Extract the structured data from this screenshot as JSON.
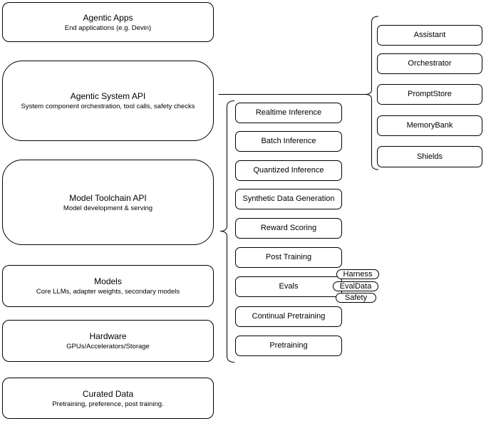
{
  "layers": [
    {
      "title": "Agentic Apps",
      "subtitle": "End applications (e.g. Devin)"
    },
    {
      "title": "Agentic System API",
      "subtitle": "System component orchestration, tool calls, safety checks"
    },
    {
      "title": "Model Toolchain API",
      "subtitle": "Model development & serving"
    },
    {
      "title": "Models",
      "subtitle": "Core LLMs, adapter weights, secondary models"
    },
    {
      "title": "Hardware",
      "subtitle": "GPUs/Accelerators/Storage"
    },
    {
      "title": "Curated Data",
      "subtitle": "Pretraining, preference, post training."
    }
  ],
  "toolchain_items": [
    "Realtime Inference",
    "Batch Inference",
    "Quantized Inference",
    "Synthetic Data Generation",
    "Reward Scoring",
    "Post Training",
    "Evals",
    "Continual Pretraining",
    "Pretraining"
  ],
  "evals_tags": [
    "Harness",
    "EvalData",
    "Safety"
  ],
  "system_items": [
    "Assistant",
    "Orchestrator",
    "PromptStore",
    "MemoryBank",
    "Shields"
  ],
  "colors": {
    "stroke": "#000000",
    "fill": "#ffffff",
    "text": "#000000"
  }
}
